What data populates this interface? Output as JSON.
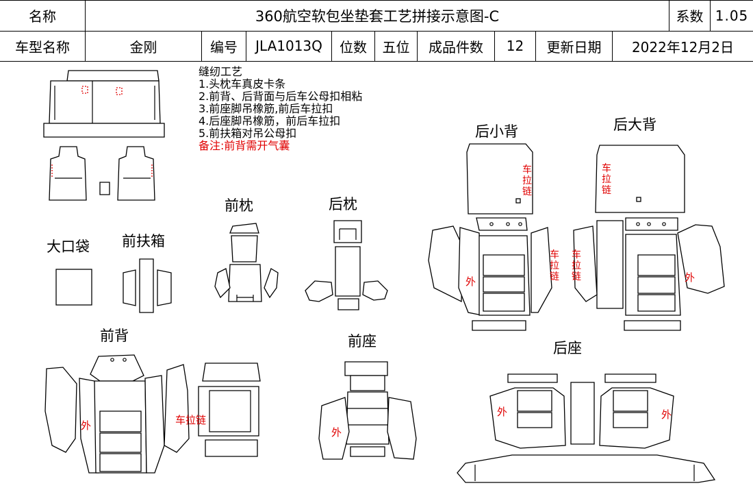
{
  "header": {
    "name_label": "名称",
    "title": "360航空软包坐垫套工艺拼接示意图-C",
    "coef_label": "系数",
    "coef_value": "1.05",
    "model_label": "车型名称",
    "model_value": "金刚",
    "code_label": "编号",
    "code_value": "JLA1013Q",
    "seats_label": "位数",
    "seats_value": "五位",
    "pieces_label": "成品件数",
    "pieces_value": "12",
    "date_label": "更新日期",
    "date_value": "2022年12月2日"
  },
  "notes": {
    "title": "缝纫工艺",
    "items": [
      "1.头枕车真皮卡条",
      "2.前背、后背面与后车公母扣相粘",
      "3.前座脚吊橡筋,前后车拉扣",
      "4.后座脚吊橡筋，前后车拉扣",
      "5.前扶箱对吊公母扣"
    ],
    "remark": "备注:前背需开气囊"
  },
  "parts": {
    "front_headrest": "前枕",
    "rear_headrest": "后枕",
    "big_pocket": "大口袋",
    "front_armrest": "前扶箱",
    "rear_small_back": "后小背",
    "rear_big_back": "后大背",
    "front_back": "前背",
    "front_seat": "前座",
    "rear_seat": "后座"
  },
  "annotations": {
    "zipper": "车拉链",
    "outside": "外"
  },
  "colors": {
    "line": "#000000",
    "accent": "#e00000"
  }
}
